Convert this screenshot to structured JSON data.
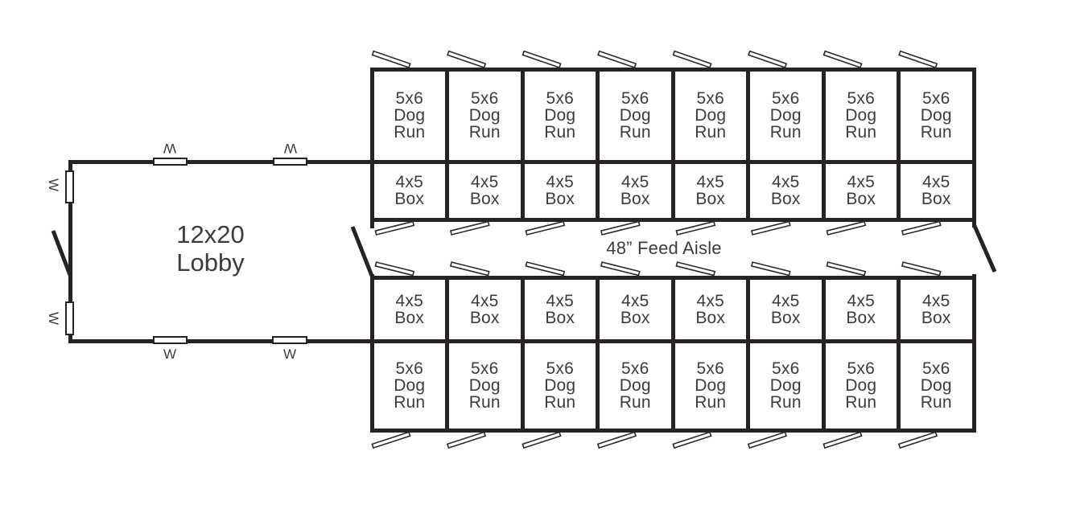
{
  "lobby": {
    "label_lines": [
      "12x20",
      "Lobby"
    ]
  },
  "feed_aisle": {
    "label": "48” Feed Aisle"
  },
  "window_label": "W",
  "kennel": {
    "columns_per_row": 8,
    "rows": [
      {
        "name": "top-dog-run-row",
        "type": "dog-run",
        "label_lines": [
          "5x6",
          "Dog",
          "Run"
        ]
      },
      {
        "name": "top-box-row",
        "type": "box",
        "label_lines": [
          "4x5",
          "Box"
        ]
      },
      {
        "name": "bottom-box-row",
        "type": "box",
        "label_lines": [
          "4x5",
          "Box"
        ]
      },
      {
        "name": "bottom-dog-run-row",
        "type": "dog-run",
        "label_lines": [
          "5x6",
          "Dog",
          "Run"
        ]
      }
    ]
  },
  "counts": {
    "dog_runs": 16,
    "boxes": 16,
    "windows": 6,
    "swing_doors": 3
  },
  "colors": {
    "wall": "#272324",
    "text": "#3c3c3c",
    "background": "#ffffff"
  }
}
